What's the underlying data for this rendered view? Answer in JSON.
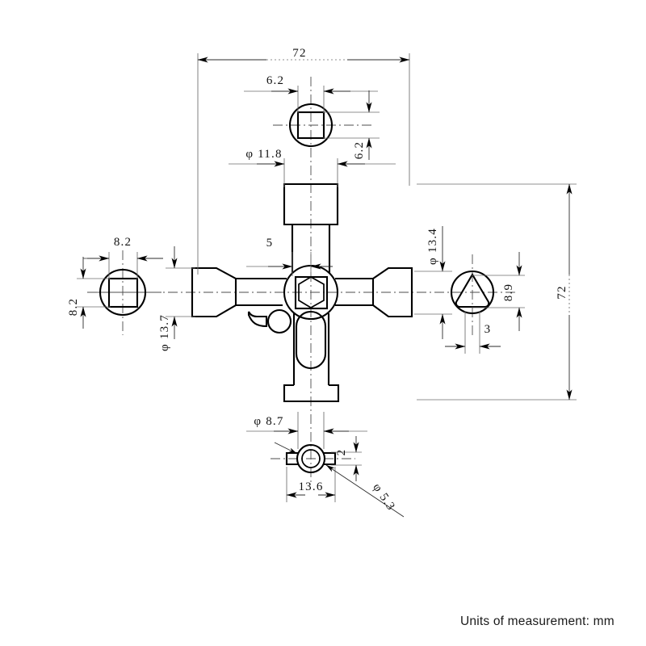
{
  "drawing": {
    "title": "Cross key / universal utility key technical drawing",
    "units_note": "Units of measurement:  mm",
    "line_color": "#000000",
    "centerline_color": "#4d4d4d",
    "dimension_color": "#2b2b2b",
    "background": "#ffffff"
  },
  "dimensions": {
    "overall_width": "72",
    "overall_height": "72",
    "top_square_width": "6.2",
    "top_square_height": "6.2",
    "top_barrel_dia": "φ 11.8",
    "left_square_width": "8.2",
    "left_square_height": "8.2",
    "left_barrel_dia": "φ 13.7",
    "center_shaft_width": "5",
    "right_barrel_dia": "φ 13.4",
    "right_triangle_height": "8.9",
    "right_triangle_width": "3",
    "bottom_blade_dia": "φ 8.7",
    "bottom_blade_length": "13.6",
    "bottom_hole_dia": "φ 5.3",
    "bottom_tab_thickness": "2"
  },
  "features": [
    {
      "id": "top-socket",
      "label": "square socket (top)",
      "shape": "square-in-circle"
    },
    {
      "id": "left-socket",
      "label": "square socket (left)",
      "shape": "square-in-circle"
    },
    {
      "id": "center-socket",
      "label": "hex socket (center)",
      "shape": "hex-in-square-in-circle"
    },
    {
      "id": "right-socket",
      "label": "triangular socket (right)",
      "shape": "triangle-in-circle"
    },
    {
      "id": "bottom-blade",
      "label": "winged blade with bore (bottom)",
      "shape": "wing-bore"
    }
  ]
}
